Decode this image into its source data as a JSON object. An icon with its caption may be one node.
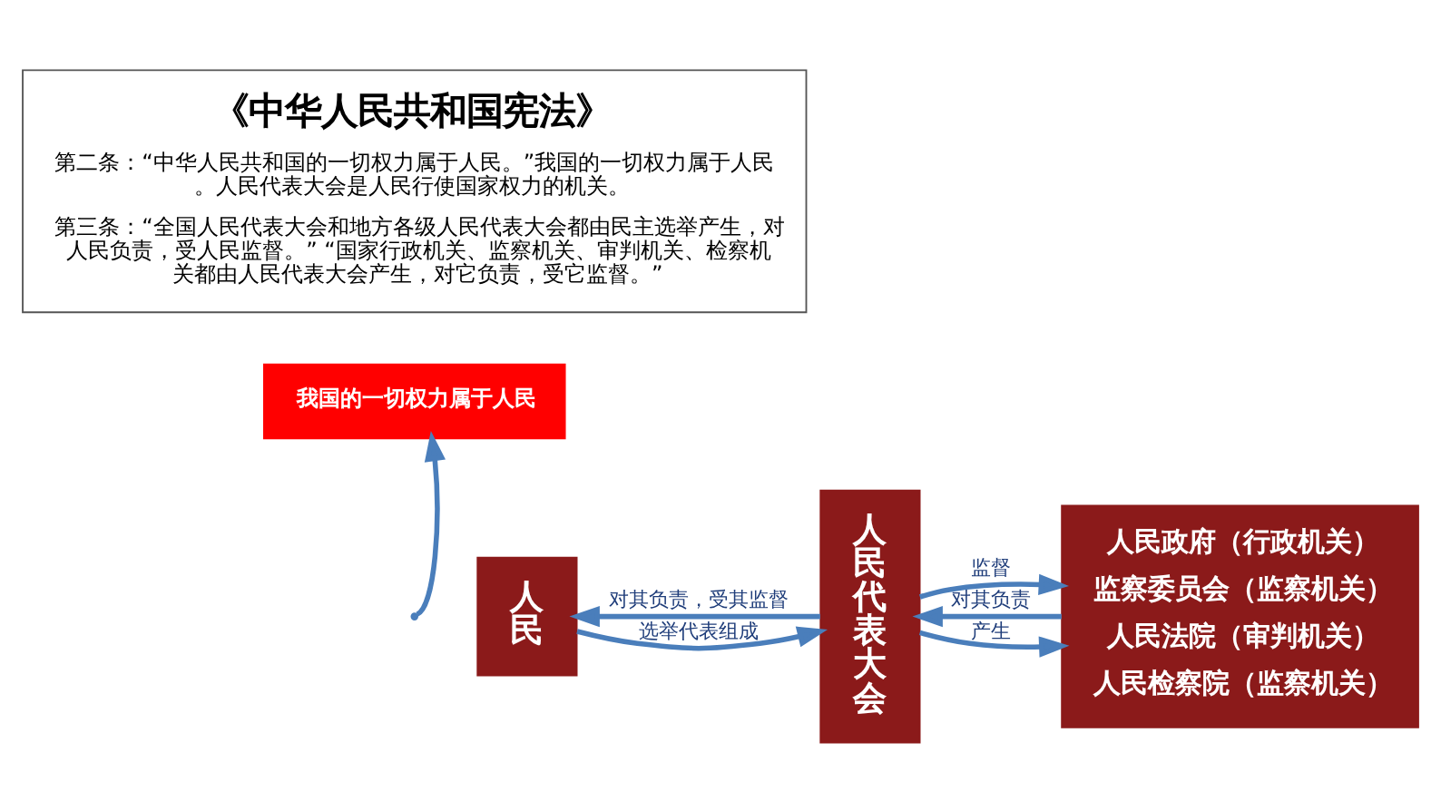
{
  "diagram": {
    "nodes": [
      {
        "text": [
          "《中华人民共和国宪法》",
          "第二条：“中华人民共和国的一切权力属于人民。”我国的一切权力属于人民。人民代表大会是人民行使国家权力的机关。",
          "第三条：“全国人民代表大会和地方各级人民代表大会都由民主选举产生，对人民负责，受人民监督。” “国家行政机关、监察机关、审判机关、检察机关都由人民代表大会产生，对它负责，受它监督。”"
        ]
      },
      {
        "text": [
          "人民"
        ]
      },
      {
        "text": [
          "我国的一切权力属于人民"
        ]
      },
      {
        "text": [
          "人民代表大会"
        ]
      },
      {
        "text": [
          "人民政府（行政机关）",
          "监察委员会（监察机关）",
          "人民法院（审判机关）",
          "人民检察院（监察机关）"
        ]
      }
    ],
    "edges": [
      {
        "from": 3,
        "to": 1,
        "arrow": "to",
        "label": "对其负责，受其监督"
      },
      {
        "from": null,
        "to": 2,
        "arrow": "to"
      },
      {
        "from": 1,
        "to": 3,
        "arrow": "to",
        "label": "选举代表组成"
      },
      {
        "from": 3,
        "to": 4,
        "arrow": "to",
        "label": "产生"
      },
      {
        "from": 4,
        "to": 3,
        "arrow": "to",
        "label": "对其负责"
      },
      {
        "from": 3,
        "to": 4,
        "arrow": "to",
        "label": "监督"
      }
    ]
  }
}
